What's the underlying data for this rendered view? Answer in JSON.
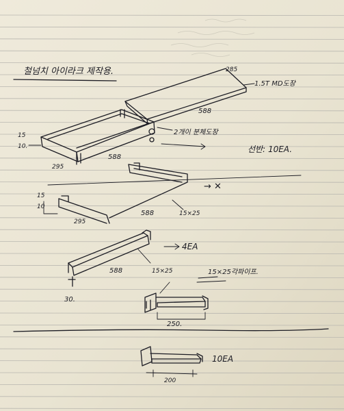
{
  "title": "철넘치 아이라크 제작용.",
  "notes": {
    "panel_top_right": "285",
    "panel_finish": "1.5T MD도장",
    "panel_length": "588",
    "frame_a_height": "15",
    "frame_a_depth": "10.",
    "frame_a_width": "295",
    "frame_a_length": "588",
    "frame_a_welding": "2개이 분체도장",
    "shelf_count": "선반: 10EA.",
    "frame_b_height": "15",
    "frame_b_depth": "10",
    "frame_b_width": "295",
    "frame_b_length": "588",
    "frame_b_pipe": "15×25",
    "frame_b_qty": "→ ✕",
    "rail_length": "588",
    "rail_pipe": "15×25",
    "rail_qty": "4EA",
    "rail_end": "30.",
    "bracket_pipe": "15×25각파이프.",
    "bracket_length": "250.",
    "bottom_qty": "10EA",
    "bottom_length": "200"
  },
  "colors": {
    "paper": "#ebe6d5",
    "line": "#b9b7b0",
    "ink": "#1c1c24",
    "margin": "#d7c4c4"
  }
}
